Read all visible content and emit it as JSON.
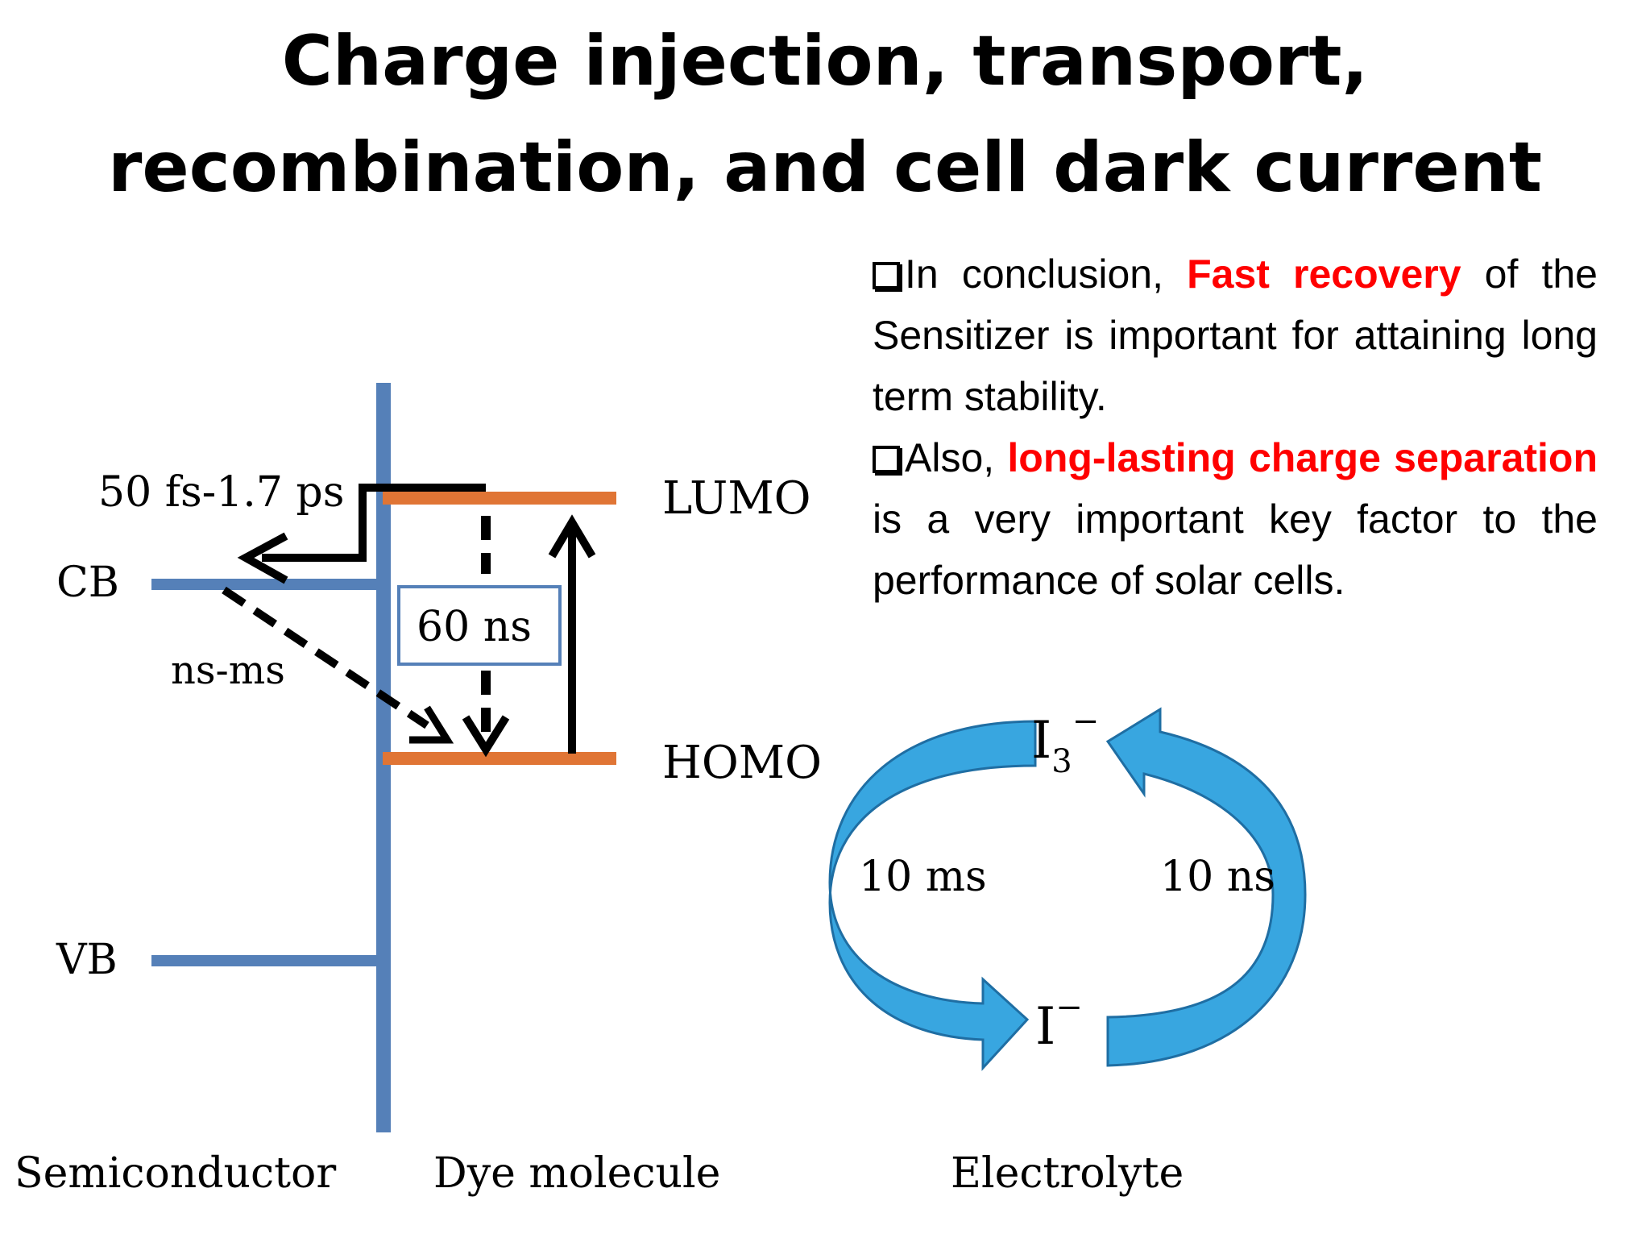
{
  "title": {
    "line1": "Charge injection, transport,",
    "line2": "recombination, and cell dark current"
  },
  "bullets": [
    {
      "pre": "In conclusion, ",
      "highlight": "Fast recovery",
      "post": " of the Sensitizer is important for attaining long term stability."
    },
    {
      "pre": "Also, ",
      "highlight": "long-lasting charge separation",
      "post": " is a very important key factor to the performance of solar cells."
    }
  ],
  "diagram": {
    "labels": {
      "injection_time": "50 fs-1.7 ps",
      "cb": "CB",
      "vb": "VB",
      "recombination_time": "ns-ms",
      "decay_time": "60 ns",
      "lumo": "LUMO",
      "homo": "HOMO",
      "semiconductor": "Semiconductor",
      "dye": "Dye molecule",
      "electrolyte": "Electrolyte",
      "triiodide": "I",
      "triiodide_sub": "3",
      "triiodide_sup": "−",
      "iodide": "I",
      "iodide_sup": "−",
      "left_cycle_time": "10 ms",
      "right_cycle_time": "10 ns"
    },
    "colors": {
      "semiconductor_blue": "#5580b8",
      "orbital_orange": "#e07535",
      "cycle_light": "#38a6e0",
      "cycle_dark": "#2a7fb2",
      "highlight_red": "#ff0000"
    }
  }
}
